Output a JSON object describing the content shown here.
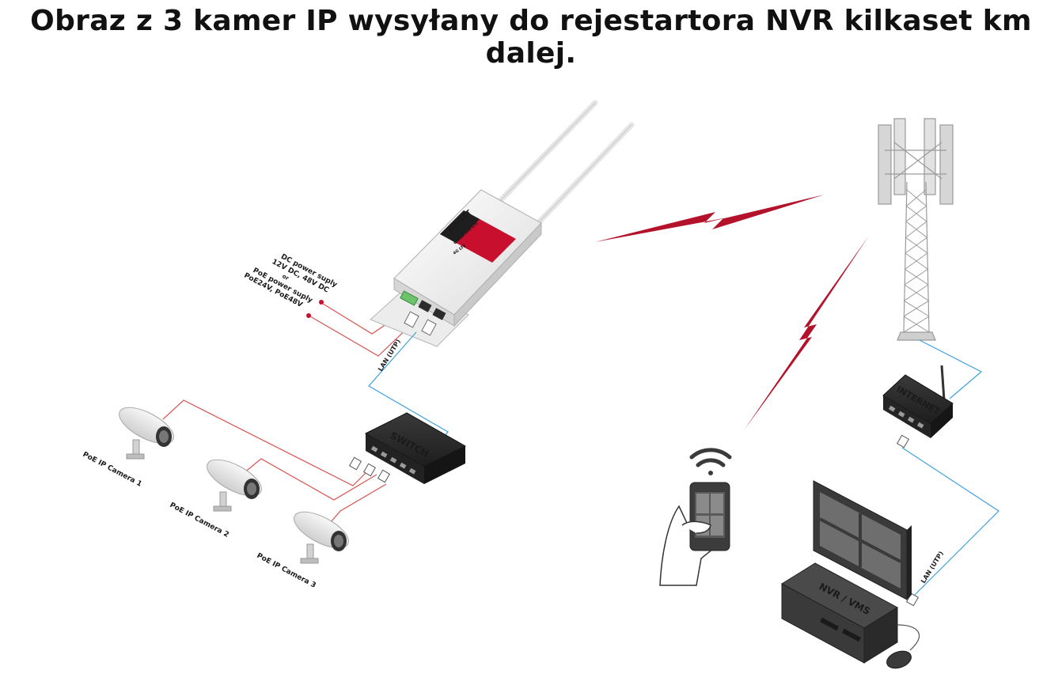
{
  "title": "Obraz z 3 kamer IP wysyłany do rejestartora NVR kilkaset km dalej.",
  "router": {
    "brand": "cimSAT",
    "model": "GlobalSIM-LTE",
    "lte_badge": "4G LTE",
    "power_label_line1": "DC power suply",
    "power_label_line2": "12V DC, 48V DC",
    "power_label_line3": "or",
    "power_label_line4": "PoE power suply",
    "power_label_line5": "PoE24V, PoE48V",
    "lan_label": "LAN (UTP)"
  },
  "switch": {
    "label": "SWITCH"
  },
  "cameras": [
    {
      "label": "PoE IP Camera 1"
    },
    {
      "label": "PoE IP Camera 2"
    },
    {
      "label": "PoE IP Camera 3"
    }
  ],
  "internet_router": {
    "label": "INTERNET"
  },
  "nvr": {
    "label": "NVR / VMS",
    "lan_label": "LAN (UTP)"
  },
  "colors": {
    "signal_red": "#b3122a",
    "cable_red": "#d9534f",
    "cable_blue": "#3ea0dc",
    "device_dark": "#2b2b2b",
    "device_light": "#f3f3f3",
    "brand_red": "#c8102e"
  },
  "icons": {
    "signal": "lightning-signal-icon",
    "wifi": "wifi-icon",
    "phone": "smartphone-icon"
  }
}
